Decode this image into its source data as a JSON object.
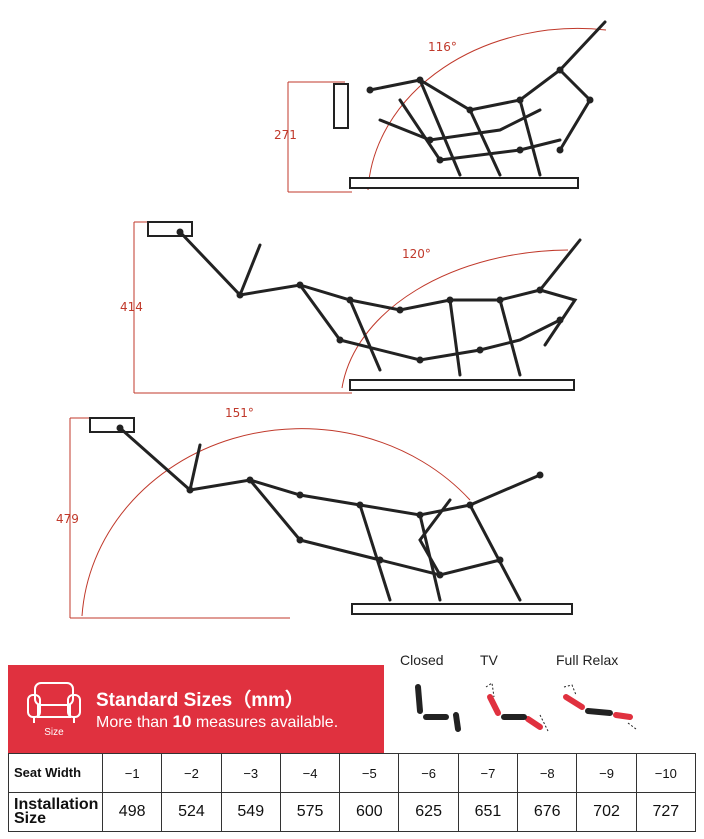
{
  "diagram": {
    "mechanisms": [
      {
        "name": "closed",
        "angle_label": "116°",
        "height_label": "271"
      },
      {
        "name": "tv",
        "angle_label": "120°",
        "height_label": "414"
      },
      {
        "name": "full-relax",
        "angle_label": "151°",
        "height_label": "479"
      }
    ]
  },
  "banner": {
    "title": "Standard Sizes（mm）",
    "subtitle_pre": "More than ",
    "subtitle_num": "10",
    "subtitle_post": " measures available.",
    "icon_caption": "Size"
  },
  "positions": {
    "closed": "Closed",
    "tv": "TV",
    "full_relax": "Full Relax"
  },
  "colors": {
    "brand_red": "#e0313f",
    "dimension_red": "#c0392b"
  },
  "table": {
    "row_headers": [
      "Seat Width",
      "Installation Size"
    ],
    "seat_width": [
      "−1",
      "−2",
      "−3",
      "−4",
      "−5",
      "−6",
      "−7",
      "−8",
      "−9",
      "−10"
    ],
    "installation_size": [
      "498",
      "524",
      "549",
      "575",
      "600",
      "625",
      "651",
      "676",
      "702",
      "727"
    ]
  }
}
